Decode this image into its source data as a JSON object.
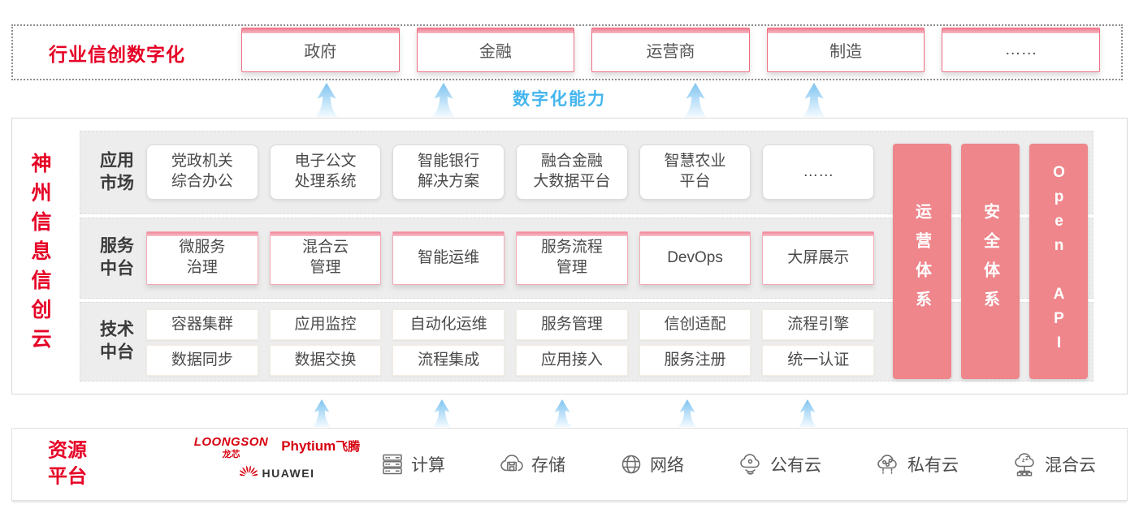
{
  "colors": {
    "brand_red": "#e60026",
    "bar_pink": "#ee868b",
    "capability_blue": "#45b5ee",
    "vendor_red": "#d7000f",
    "arrow_blue": "#7ec3f0"
  },
  "top_band": {
    "label": "行业信创数字化",
    "items": [
      "政府",
      "金融",
      "运营商",
      "制造",
      "……"
    ]
  },
  "capability_label": "数字化能力",
  "platform": {
    "title": "神州信息信创云",
    "app_row": {
      "label": "应用\n市场",
      "items": [
        "党政机关\n综合办公",
        "电子公文\n处理系统",
        "智能银行\n解决方案",
        "融合金融\n大数据平台",
        "智慧农业\n平台",
        "……"
      ]
    },
    "service_row": {
      "label": "服务\n中台",
      "items": [
        "微服务\n治理",
        "混合云\n管理",
        "智能运维",
        "服务流程\n管理",
        "DevOps",
        "大屏展示"
      ]
    },
    "tech_row": {
      "label": "技术\n中台",
      "top": [
        "容器集群",
        "应用监控",
        "自动化运维",
        "服务管理",
        "信创适配",
        "流程引擎"
      ],
      "bottom": [
        "数据同步",
        "数据交换",
        "流程集成",
        "应用接入",
        "服务注册",
        "统一认证"
      ]
    },
    "side_bars": [
      "运营体系",
      "安全体系",
      "Open API"
    ]
  },
  "resources": {
    "label": "资源\n平台",
    "vendors": {
      "loongson": {
        "name": "LOONGSON",
        "sub": "龙芯"
      },
      "phytium": {
        "name": "Phytium",
        "sub": "飞腾"
      },
      "huawei": {
        "name": "HUAWEI"
      }
    },
    "items": [
      {
        "label": "计算"
      },
      {
        "label": "存储"
      },
      {
        "label": "网络"
      },
      {
        "label": "公有云"
      },
      {
        "label": "私有云"
      },
      {
        "label": "混合云"
      }
    ]
  }
}
